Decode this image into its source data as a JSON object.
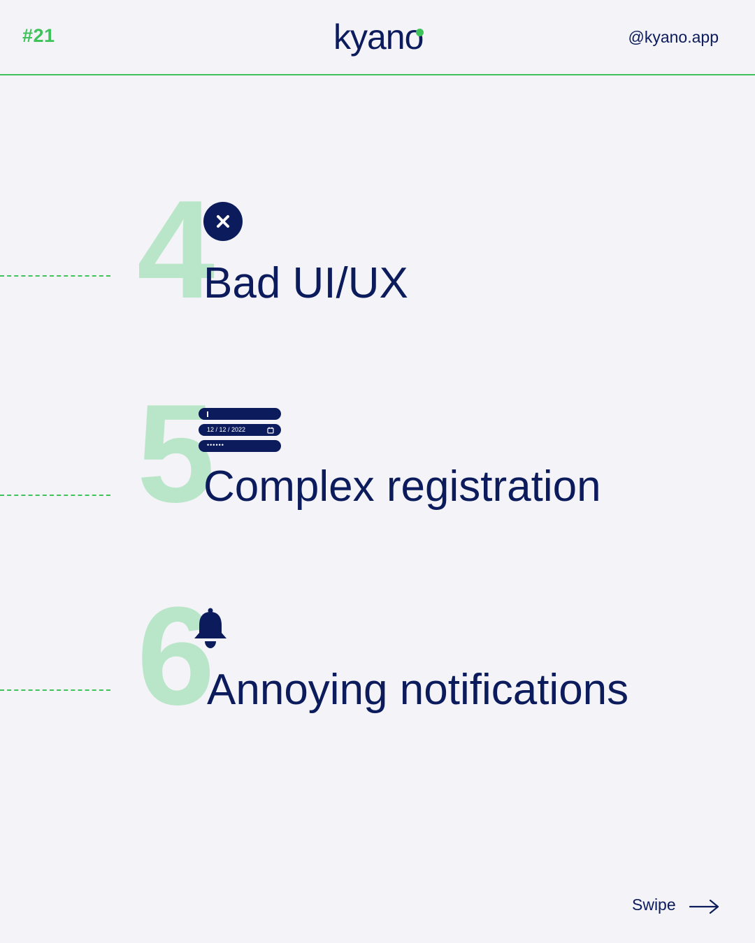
{
  "header": {
    "post_number": "#21",
    "logo_text": "kyano",
    "handle": "@kyano.app"
  },
  "items": [
    {
      "number": "4",
      "label": "Bad UI/UX",
      "icon": "close-circle-icon"
    },
    {
      "number": "5",
      "label": "Complex registration",
      "icon": "form-icon",
      "form": {
        "date_value": "12 / 12 / 2022",
        "password_mask": "••••••"
      }
    },
    {
      "number": "6",
      "label": "Annoying notifications",
      "icon": "bell-icon"
    }
  ],
  "footer": {
    "swipe_label": "Swipe",
    "swipe_icon": "arrow-right-icon"
  },
  "colors": {
    "accent_green": "#3ec25a",
    "number_green": "#b9e6c8",
    "navy": "#0c1b5c",
    "background": "#f3f3f8"
  }
}
